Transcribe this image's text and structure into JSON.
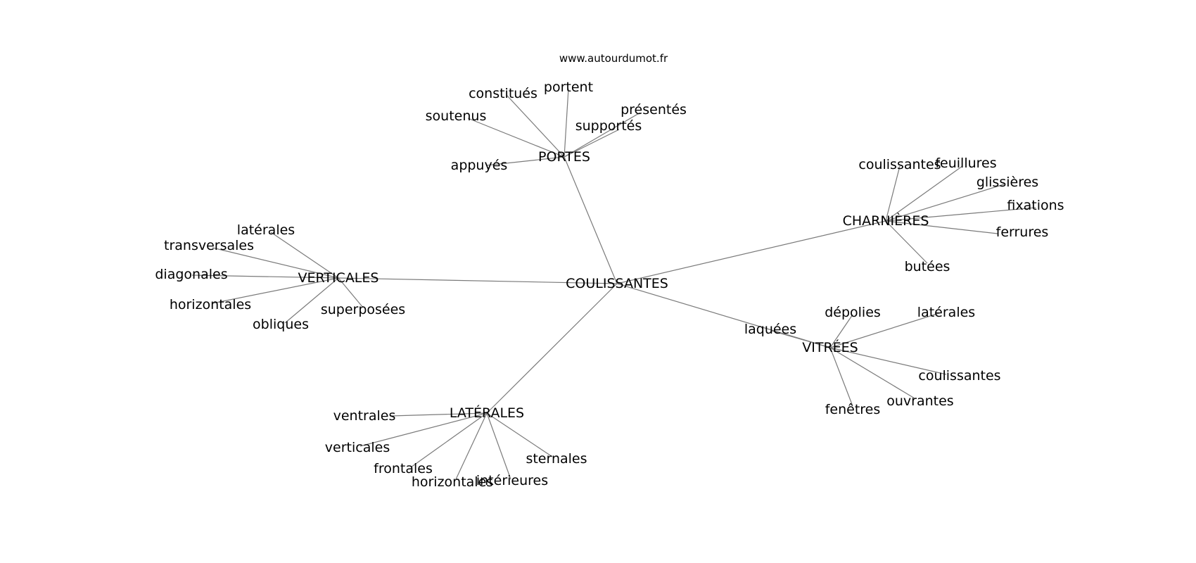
{
  "site": "www.autourdumot.fr",
  "center": "COULISSANTES",
  "groups": [
    {
      "hub": "PORTES",
      "leaves": [
        "constitués",
        "portent",
        "présentés",
        "supportés",
        "soutenus",
        "appuyés"
      ]
    },
    {
      "hub": "CHARNIÈRES",
      "leaves": [
        "coulissantes",
        "feuillures",
        "glissières",
        "fixations",
        "ferrures",
        "butées"
      ]
    },
    {
      "hub": "VERTICALES",
      "leaves": [
        "latérales",
        "transversales",
        "diagonales",
        "horizontales",
        "obliques",
        "superposées"
      ]
    },
    {
      "hub": "VITRÉES",
      "leaves": [
        "laquées",
        "dépolies",
        "latérales",
        "coulissantes",
        "ouvrantes",
        "fenêtres"
      ]
    },
    {
      "hub": "LATÉRALES",
      "leaves": [
        "ventrales",
        "verticales",
        "frontales",
        "horizontales",
        "intérieures",
        "sternales"
      ]
    }
  ]
}
